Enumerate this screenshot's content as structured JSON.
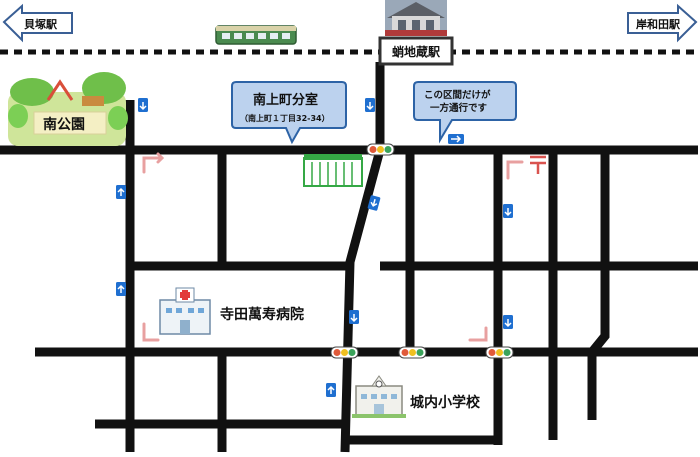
{
  "stations": {
    "left": "貝塚駅",
    "right": "岸和田駅",
    "center": "蛸地蔵駅"
  },
  "park": {
    "label": "南公園"
  },
  "branch_office": {
    "title": "南上町分室",
    "address": "（南上町１丁目32-34）"
  },
  "one_way_note": {
    "line1": "この区間だけが",
    "line2": "一方通行です"
  },
  "hospital": {
    "label": "寺田萬寿病院"
  },
  "school": {
    "label": "城内小学校"
  },
  "colors": {
    "road": "#111111",
    "callout_fill": "#bcd2ee",
    "callout_stroke": "#2d63a6",
    "oneway_sign": "#1f6fd0",
    "no_turn_sign": "#e8a0a0",
    "office_building": "#35a845",
    "station_box": "#333333"
  },
  "icons": [
    "left-arrow-sign-icon",
    "right-arrow-sign-icon",
    "train-icon",
    "station-building-photo",
    "park-illustration",
    "office-building-icon",
    "hospital-icon",
    "school-icon",
    "traffic-light-icon",
    "one-way-arrow-icon",
    "no-turn-sign-icon",
    "post-office-icon"
  ]
}
